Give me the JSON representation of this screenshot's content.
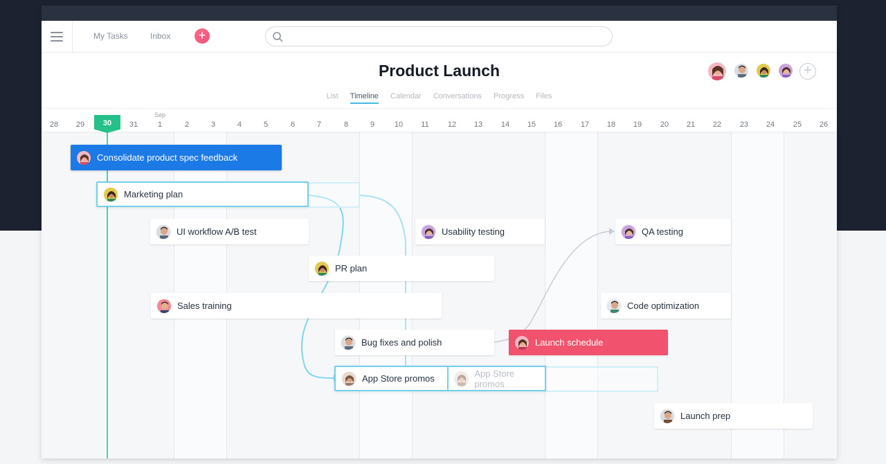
{
  "topbar": {
    "my_tasks": "My Tasks",
    "inbox": "Inbox",
    "add_label": "+"
  },
  "header": {
    "title": "Product Launch",
    "tabs": [
      {
        "label": "List",
        "active": false
      },
      {
        "label": "Timeline",
        "active": true
      },
      {
        "label": "Calendar",
        "active": false
      },
      {
        "label": "Conversations",
        "active": false
      },
      {
        "label": "Progress",
        "active": false
      },
      {
        "label": "Files",
        "active": false
      }
    ],
    "add_member_label": "+"
  },
  "timeline": {
    "month_label": "Sep",
    "today": "30",
    "dates": [
      "28",
      "29",
      "30",
      "31",
      "1",
      "2",
      "3",
      "4",
      "5",
      "6",
      "7",
      "8",
      "9",
      "10",
      "11",
      "12",
      "13",
      "14",
      "15",
      "16",
      "17",
      "18",
      "19",
      "20",
      "21",
      "22",
      "23",
      "24",
      "25",
      "26"
    ]
  },
  "tasks": [
    {
      "label": "Consolidate product spec feedback",
      "style": "blue"
    },
    {
      "label": "Marketing plan",
      "style": "outlined"
    },
    {
      "label": "UI workflow A/B test",
      "style": "default"
    },
    {
      "label": "Usability testing",
      "style": "default"
    },
    {
      "label": "QA testing",
      "style": "default"
    },
    {
      "label": "PR plan",
      "style": "default"
    },
    {
      "label": "Sales training",
      "style": "default"
    },
    {
      "label": "Code optimization",
      "style": "default"
    },
    {
      "label": "Bug fixes and polish",
      "style": "default"
    },
    {
      "label": "Launch schedule",
      "style": "pink"
    },
    {
      "label": "App Store promos",
      "style": "outlined"
    },
    {
      "label": "App Store promos",
      "style": "ghost"
    },
    {
      "label": "Launch prep",
      "style": "default"
    }
  ],
  "colors": {
    "accent_blue": "#1b7ae6",
    "accent_pink": "#f1536e",
    "today_green": "#26c18b",
    "dependency_line": "#71d0ea",
    "dark_background": "#1c2230"
  }
}
